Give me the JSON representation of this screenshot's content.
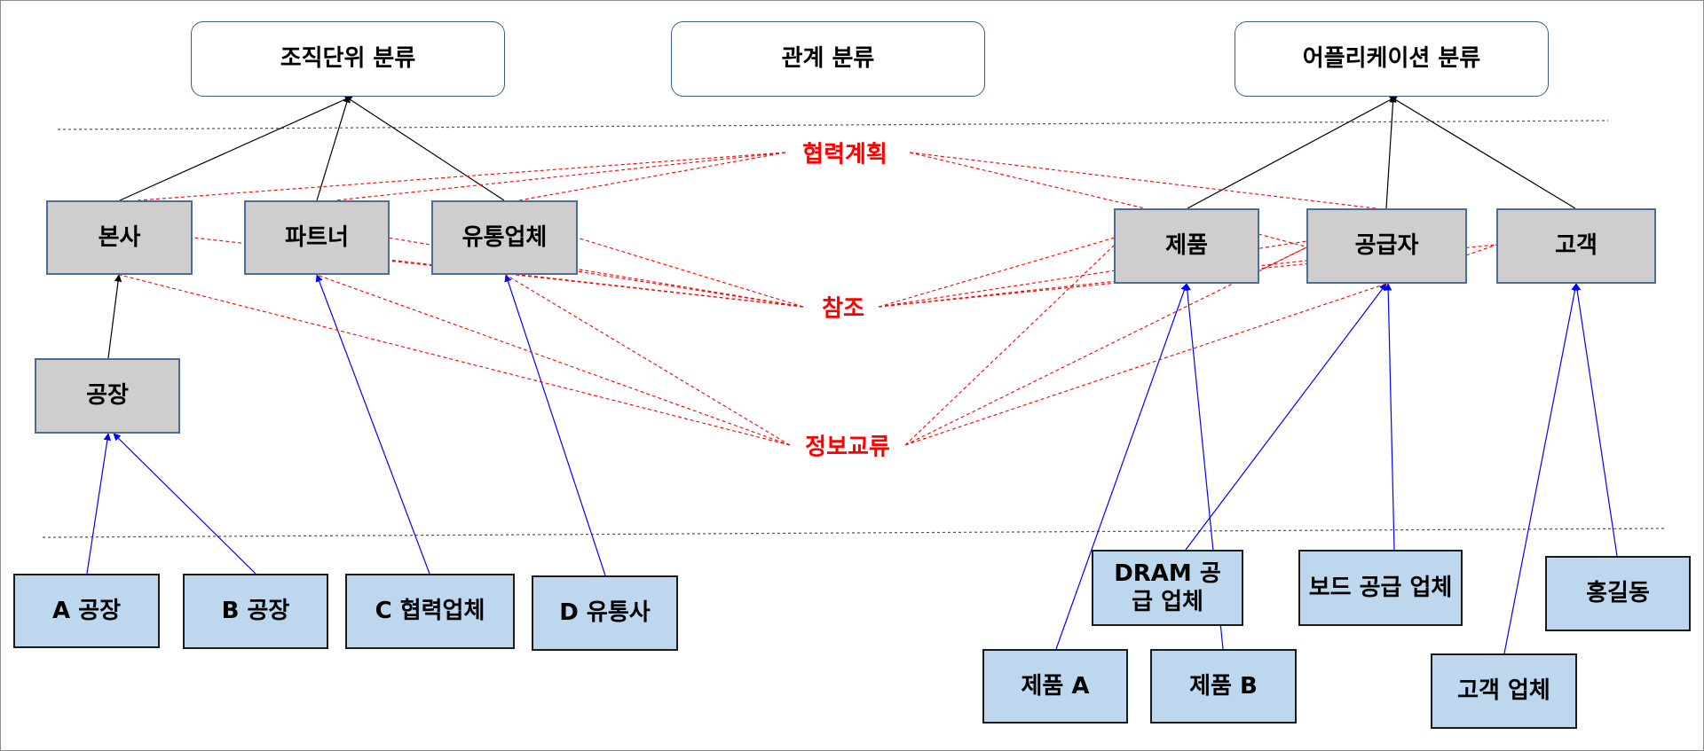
{
  "categories": {
    "org": "조직단위 분류",
    "relation": "관계 분류",
    "application": "어플리케이션 분류"
  },
  "org_units": {
    "hq": "본사",
    "partner": "파트너",
    "distributor": "유통업체",
    "factory": "공장"
  },
  "app_units": {
    "product": "제품",
    "supplier": "공급자",
    "customer": "고객"
  },
  "relations": {
    "cooperation": "협력계획",
    "reference": "참조",
    "info_exchange": "정보교류"
  },
  "instances": {
    "a_factory": "A 공장",
    "b_factory": "B 공장",
    "c_partner": "C 협력업체",
    "d_distributor": "D 유통사",
    "dram_supplier": "DRAM 공급 업체",
    "board_supplier": "보드 공급 업체",
    "hong": "홍길동",
    "product_a": "제품 A",
    "product_b": "제품 B",
    "customer_company": "고객 업체"
  },
  "colors": {
    "category_border": "#3a5f8a",
    "class_fill": "#cfcdcd",
    "instance_fill": "#bdd7ee",
    "relation_text": "#ff0000",
    "hierarchy_line": "#000000",
    "instance_line": "#0000ff",
    "relation_line": "#ff0000"
  }
}
